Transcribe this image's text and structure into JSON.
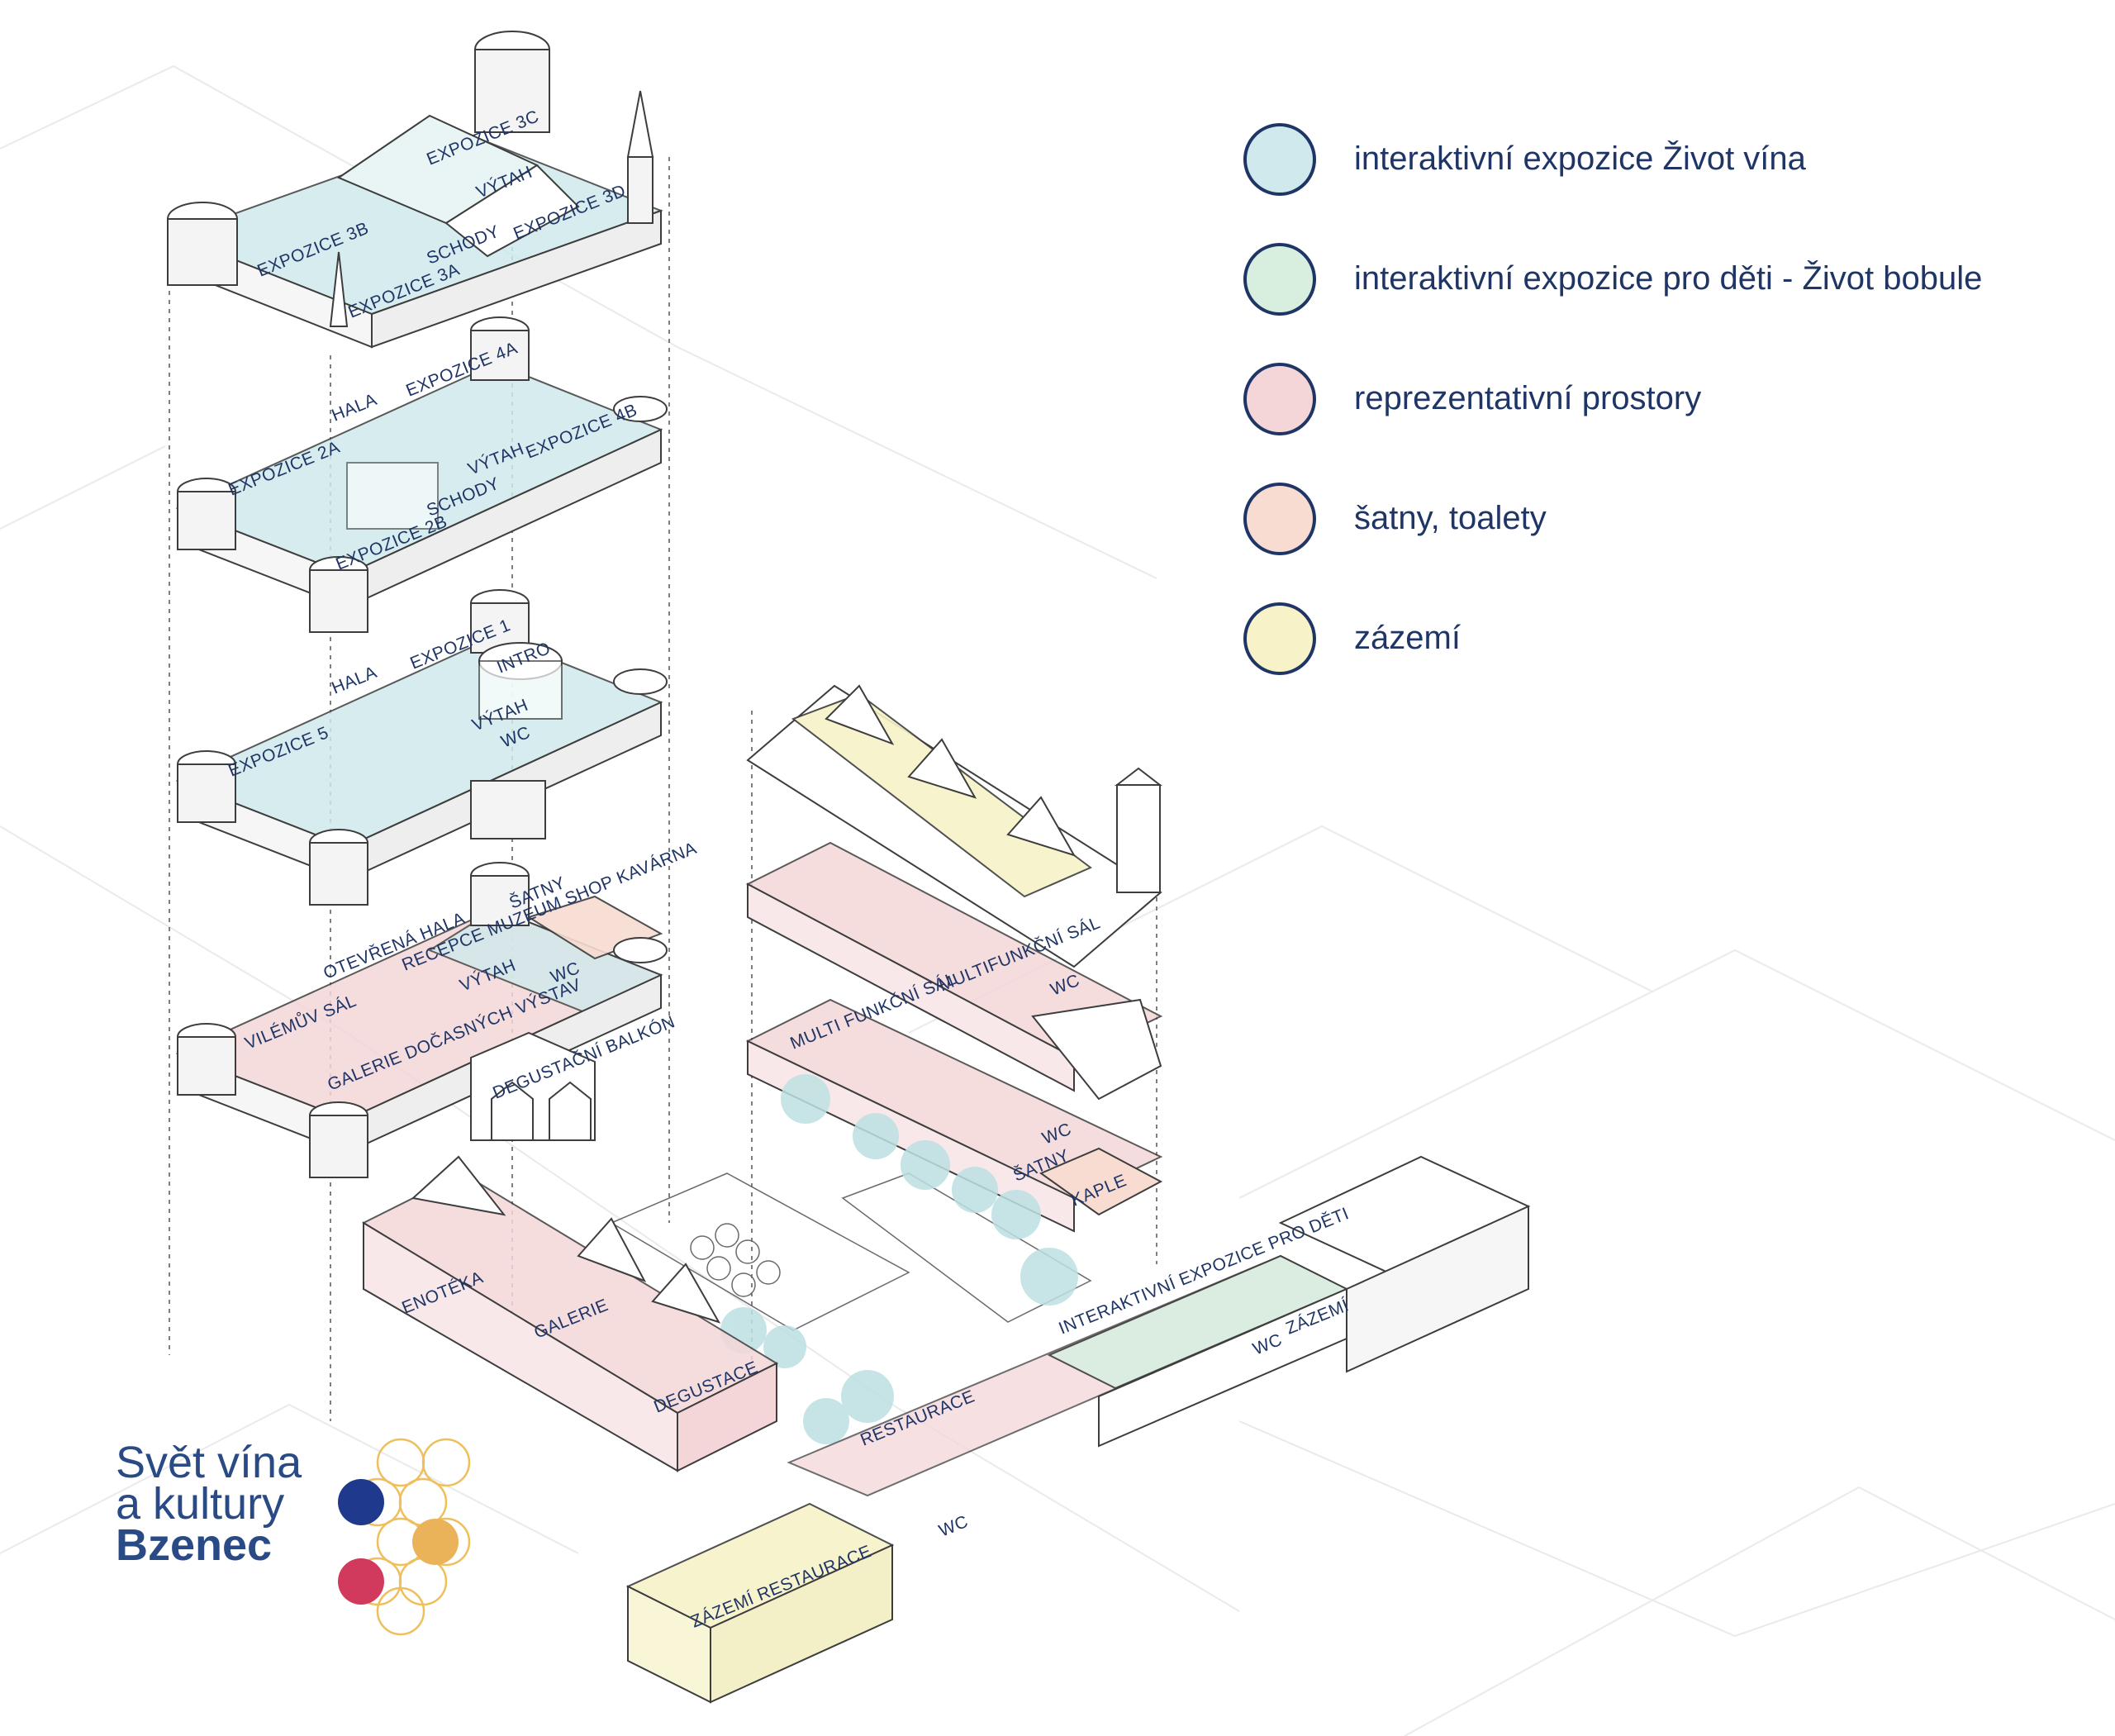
{
  "legend": [
    {
      "label": "interaktivní expozice Život vína",
      "color": "#cfe9ec"
    },
    {
      "label": "interaktivní expozice pro děti - Život bobule",
      "color": "#d8efe0"
    },
    {
      "label": "reprezentativní prostory",
      "color": "#f4d6d8"
    },
    {
      "label": "šatny, toalety",
      "color": "#f8dcd1"
    },
    {
      "label": "zázemí",
      "color": "#f7f2c8"
    }
  ],
  "logo": {
    "line1": "Svět vína",
    "line2": "a kultury",
    "line3": "Bzenec",
    "colors": {
      "navy": "#1f3a8c",
      "gold": "#eab35a",
      "crimson": "#d23a5d",
      "outline": "#eebf5b"
    }
  },
  "labels": {
    "f4": [
      "EXPOZICE 3B",
      "EXPOZICE 3A",
      "SCHODY",
      "VÝTAH",
      "EXPOZICE 3C",
      "EXPOZICE 3D"
    ],
    "f3": [
      "EXPOZICE 2A",
      "HALA",
      "EXPOZICE 2B",
      "SCHODY",
      "VÝTAH",
      "EXPOZICE 4A",
      "EXPOZICE 4B"
    ],
    "f2": [
      "EXPOZICE 5",
      "HALA",
      "EXPOZICE 1",
      "INTRO",
      "VÝTAH",
      "WC"
    ],
    "f1": [
      "VILÉMŮV SÁL",
      "OTEVŘENÁ HALA",
      "RECEPCE MUZEUM SHOP KAVÁRNA",
      "ŠATNY",
      "VÝTAH",
      "WC",
      "GALERIE DOČASNÝCH VÝSTAV",
      "DEGUSTAČNÍ BALKÓN"
    ],
    "right": [
      "MULTIFUNKČNÍ SÁL",
      "WC",
      "MULTI FUNKČNÍ SÁL",
      "WC",
      "ŠATNY",
      "KAPLE"
    ],
    "front": [
      "ENOTÉKA",
      "GALERIE",
      "DEGUSTACE"
    ],
    "long": [
      "RESTAURACE",
      "WC",
      "INTERAKTIVNÍ EXPOZICE PRO DĚTI",
      "WC",
      "ZÁZEMÍ",
      "ZÁZEMÍ RESTAURACE"
    ]
  }
}
